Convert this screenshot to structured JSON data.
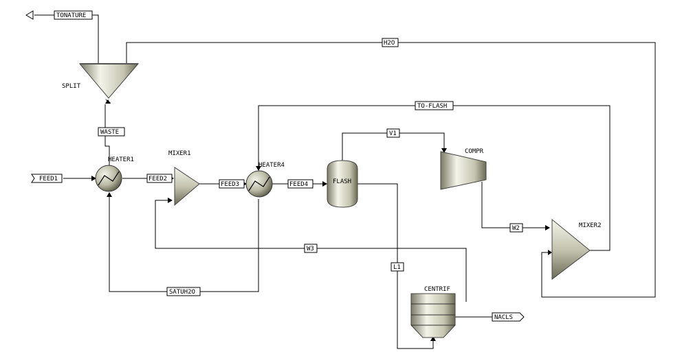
{
  "colors": {
    "block_light": "#f2f2e6",
    "block_mid": "#c8c8b4",
    "block_dark": "#6e6e5a",
    "line": "#000000",
    "background": "#ffffff"
  },
  "blocks": {
    "split": "SPLIT",
    "heater1": "HEATER1",
    "mixer1": "MIXER1",
    "heater4": "HEATER4",
    "flash": "FLASH",
    "compr": "COMPR",
    "mixer2": "MIXER2",
    "centrif": "CENTRIF"
  },
  "streams": {
    "tonature": "TONATURE",
    "waste": "WASTE",
    "feed1": "FEED1",
    "feed2": "FEED2",
    "feed3": "FEED3",
    "feed4": "FEED4",
    "h2o": "H2O",
    "to_flash": "TO-FLASH",
    "v1": "V1",
    "w2": "W2",
    "w3": "W3",
    "l1": "L1",
    "satuh2o": "SATUH2O",
    "nacls": "NACLS"
  }
}
